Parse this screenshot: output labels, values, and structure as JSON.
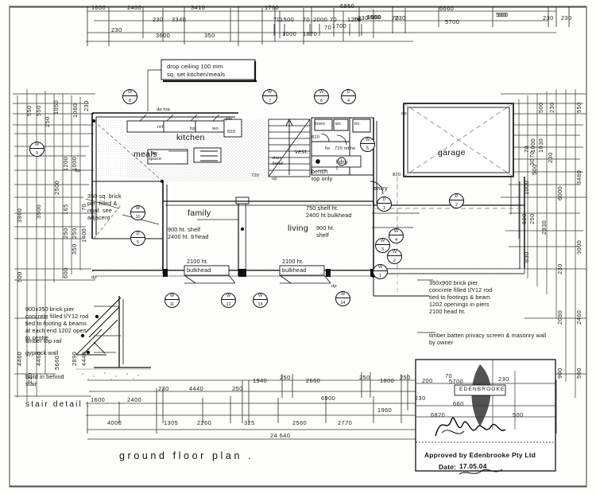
{
  "drawing": {
    "title": "ground   floor   plan .",
    "stair_detail_title": "stair detail ."
  },
  "ceiling_note": {
    "line1": "drop ceiling 100 mm",
    "line2": "sq. set kitchen/meals"
  },
  "rooms": [
    {
      "name": "kitchen"
    },
    {
      "name": "meals"
    },
    {
      "name": "family"
    },
    {
      "name": "living"
    },
    {
      "name": "vest."
    },
    {
      "name": "l'dry"
    },
    {
      "name": "entry"
    },
    {
      "name": "garage"
    }
  ],
  "room_labels": {
    "kitchen": "kitchen",
    "meals": "meals",
    "family": "family",
    "living": "living",
    "vest": "vest.",
    "laundry": "l'dry",
    "entry": "entry",
    "garage": "garage"
  },
  "fixtures": [
    {
      "label": "ref."
    },
    {
      "label": "hp"
    },
    {
      "label": "wo"
    },
    {
      "label": "ptx"
    },
    {
      "label": "dw"
    },
    {
      "label": "space"
    },
    {
      "label": "linen"
    },
    {
      "label": "wc"
    },
    {
      "label": "fw"
    },
    {
      "label": "lin."
    },
    {
      "label": "up"
    },
    {
      "label": "dp"
    },
    {
      "label": "dp  top"
    },
    {
      "label": "820"
    },
    {
      "label": "720"
    },
    {
      "label": "720 nd"
    },
    {
      "label": "stair"
    },
    {
      "label": "detail"
    },
    {
      "label": "820"
    }
  ],
  "annotations": {
    "bench_top": [
      "bench",
      "top only"
    ],
    "shelf_family": [
      "900 ht. shelf",
      "2400 ht. b'head"
    ],
    "shelf_living": [
      "750 shelf ht.",
      "2400 ht bulkhead"
    ],
    "shelf_living2": [
      "900 ht.",
      "shelf"
    ],
    "bulkhead_left": [
      "2100 ht.",
      "bulkhead"
    ],
    "bulkhead_right": [
      "2100 ht.",
      "bulkhead"
    ],
    "pier_adjacent": [
      "350 sq. brick",
      "pier filled &",
      "reinf. see",
      "adjacent"
    ],
    "stair_note": [
      "900x350 brick pier",
      "concrete filled I/Y12 rod",
      "tied to footing & beams",
      "at each end 1202 open",
      "to centre"
    ],
    "timber_top_rail": "timber top rail",
    "gyprock_wall": "gyprock wall",
    "build_behind_stair": [
      "build in behind",
      "stair"
    ],
    "pier_right": [
      "350x900 brick pier",
      "concrete filled I/Y12 rod",
      "tied to footings & beam",
      "1202 openings in piers",
      "2100 head ht."
    ],
    "privacy_screen": [
      "timber batten privacy screen & masonry wall",
      "by owner"
    ]
  },
  "markers": [
    {
      "id": "W/8",
      "type": "window"
    },
    {
      "id": "W/9",
      "type": "window"
    },
    {
      "id": "W/7",
      "type": "window"
    },
    {
      "id": "W/6",
      "type": "window"
    },
    {
      "id": "D/4",
      "type": "door"
    },
    {
      "id": "W/10",
      "type": "window"
    },
    {
      "id": "D/5",
      "type": "door"
    },
    {
      "id": "W/5",
      "type": "window"
    },
    {
      "id": "D/2",
      "type": "door"
    },
    {
      "id": "D/1",
      "type": "door"
    },
    {
      "id": "W/4",
      "type": "window"
    },
    {
      "id": "W/3",
      "type": "window"
    },
    {
      "id": "W/2",
      "type": "window"
    },
    {
      "id": "W/1",
      "type": "window"
    },
    {
      "id": "W/11",
      "type": "window"
    },
    {
      "id": "W/12",
      "type": "window"
    },
    {
      "id": "W/13",
      "type": "window"
    },
    {
      "id": "W/14",
      "type": "window"
    }
  ],
  "marker_text": {
    "w8_t": "W",
    "w8_b": "8",
    "w9_t": "W",
    "w9_b": "9",
    "w7_t": "W",
    "w7_b": "7",
    "w6_t": "W",
    "w6_b": "6",
    "d4_t": "D",
    "d4_b": "4",
    "w10_t": "W",
    "w10_b": "10",
    "d5_t": "D",
    "d5_b": "5",
    "w5_t": "W",
    "w5_b": "5",
    "d2_t": "D",
    "d2_b": "2",
    "d1_t": "D",
    "d1_b": "1",
    "w4_t": "W",
    "w4_b": "4",
    "w3_t": "W",
    "w3_b": "3",
    "w2_t": "W",
    "w2_b": "2",
    "w1_t": "W",
    "w1_b": "1",
    "w11_t": "W",
    "w11_b": "11",
    "w12_t": "W",
    "w12_b": "12",
    "w13_t": "W",
    "w13_b": "13",
    "w14_t": "W",
    "w14_b": "14"
  },
  "dimensions": {
    "top_row1": [
      "1600",
      "2400",
      "3410",
      "1760",
      "6850",
      "1960",
      "6660",
      "500",
      "230"
    ],
    "top_row2": [
      "230",
      "3340",
      "1500",
      "2000",
      "1200",
      "1600",
      "1700",
      "230",
      "230",
      "5700",
      "500",
      "230"
    ],
    "top_row3": [
      "3600",
      "350",
      "70",
      "1000",
      "70",
      "1870",
      "70",
      "70",
      "70"
    ],
    "left_col": [
      "550",
      "550",
      "230",
      "250",
      "3960",
      "3500",
      "2500",
      "1200",
      "1000",
      "4460",
      "4460",
      "5660",
      "2890",
      "4440",
      "500",
      "230",
      "600",
      "250",
      "250",
      "350",
      "165",
      "1400",
      "70",
      "600",
      "1050",
      "1050",
      "1080"
    ],
    "right_col": [
      "550",
      "230",
      "500",
      "3480",
      "3070",
      "6000",
      "3000",
      "2460",
      "2080",
      "900",
      "500",
      "230",
      "830",
      "2930",
      "600",
      "250",
      "70",
      "1000",
      "1030",
      "1000",
      "500",
      "230",
      "250",
      "1000"
    ],
    "bottom_row1": [
      "1600",
      "2400",
      "230",
      "4440",
      "250",
      "1940",
      "250",
      "2660",
      "250",
      "1800",
      "250",
      "200",
      "70",
      "230"
    ],
    "bottom_row2": [
      "4000",
      "1305",
      "2260",
      "325",
      "2560",
      "2770",
      "6900",
      "1960"
    ],
    "overall": "24 640",
    "stamp_dims": [
      "5700",
      "230",
      "660",
      "6820",
      "500"
    ]
  },
  "stamp": {
    "brand": "EDENBROOKE",
    "approved": "Approved by Edenbrooke Pty Ltd",
    "date_label": "Date:",
    "date_value": "17.05.04"
  }
}
